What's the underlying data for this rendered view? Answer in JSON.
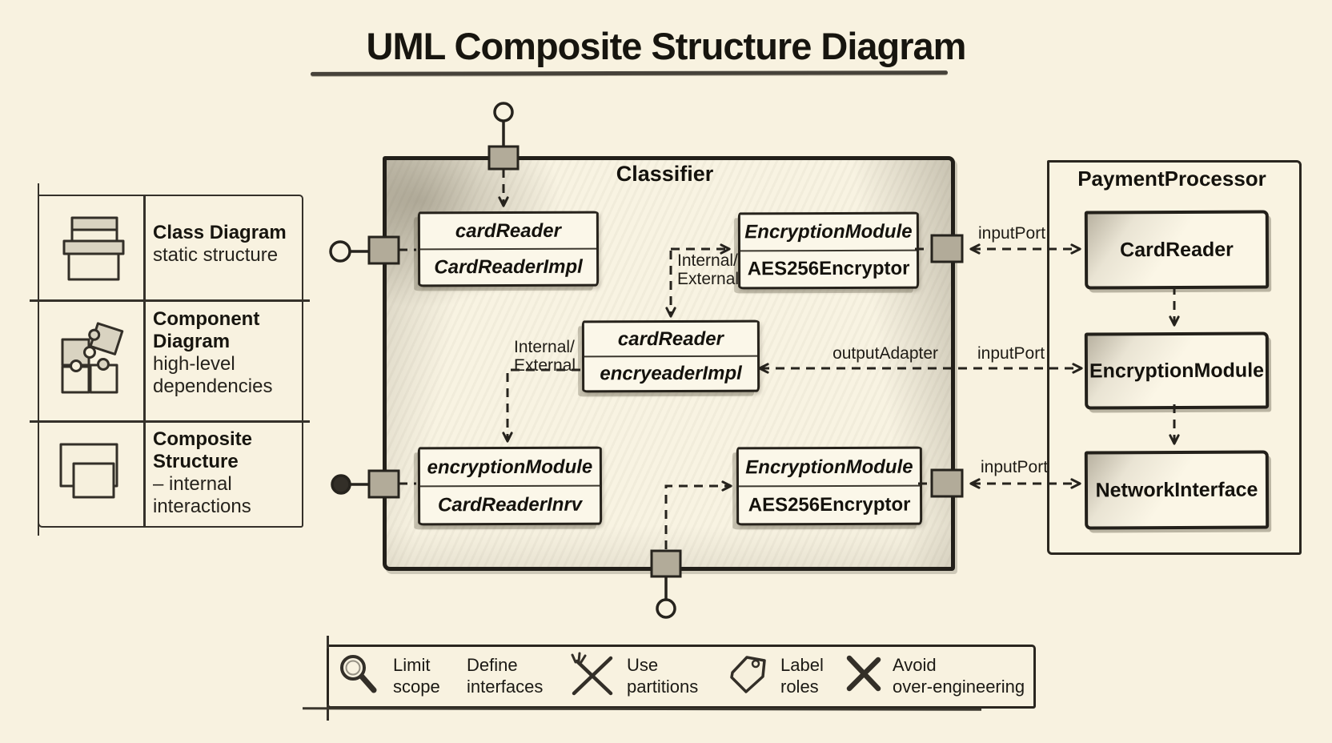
{
  "title": "UML Composite Structure Diagram",
  "colors": {
    "background": "#f8f2e0",
    "ink": "#26231d",
    "box_fill": "#fbf7e9",
    "port_fill": "#b2ab99"
  },
  "sidebar": {
    "items": [
      {
        "icon": "class-diagram-icon",
        "name": "Class Diagram",
        "desc": "static structure"
      },
      {
        "icon": "component-diagram-icon",
        "name": "Component Diagram",
        "desc": "high-level dependencies"
      },
      {
        "icon": "composite-structure-icon",
        "name": "Composite Structure",
        "desc": "– internal interactions"
      }
    ]
  },
  "classifier": {
    "title": "Classifier",
    "parts": [
      {
        "role": "cardReader",
        "type": "CardReaderImpl"
      },
      {
        "role": "EncryptionModule",
        "type": "AES256Encryptor"
      },
      {
        "role": "cardReader",
        "type": "encryeaderImpl"
      },
      {
        "role": "encryptionModule",
        "type": "CardReaderInrv"
      },
      {
        "role": "EncryptionModule",
        "type": "AES256Encryptor"
      }
    ]
  },
  "connector_labels": {
    "internal_external_top": {
      "line1": "Internal/",
      "line2": "External"
    },
    "internal_external_left": {
      "line1": "Internal/",
      "line2": "External"
    },
    "output_adapter": "outputAdapter",
    "input_port_top": "inputPort",
    "input_port_middle": "inputPort",
    "input_port_bottom": "inputPort"
  },
  "payment_processor": {
    "title": "PaymentProcessor",
    "components": [
      {
        "label": "CardReader"
      },
      {
        "label": "EncryptionModule"
      },
      {
        "label": "NetworkInterface"
      }
    ]
  },
  "tips": [
    {
      "icon": "magnifier-icon",
      "line1": "Limit",
      "line2": "scope"
    },
    {
      "icon": null,
      "line1": "Define",
      "line2": "interfaces"
    },
    {
      "icon": "crossed-tools-icon",
      "line1": "Use",
      "line2": "partitions"
    },
    {
      "icon": "tag-icon",
      "line1": "Label",
      "line2": "roles"
    },
    {
      "icon": "cross-icon",
      "line1": "Avoid",
      "line2": "over-engineering"
    }
  ]
}
